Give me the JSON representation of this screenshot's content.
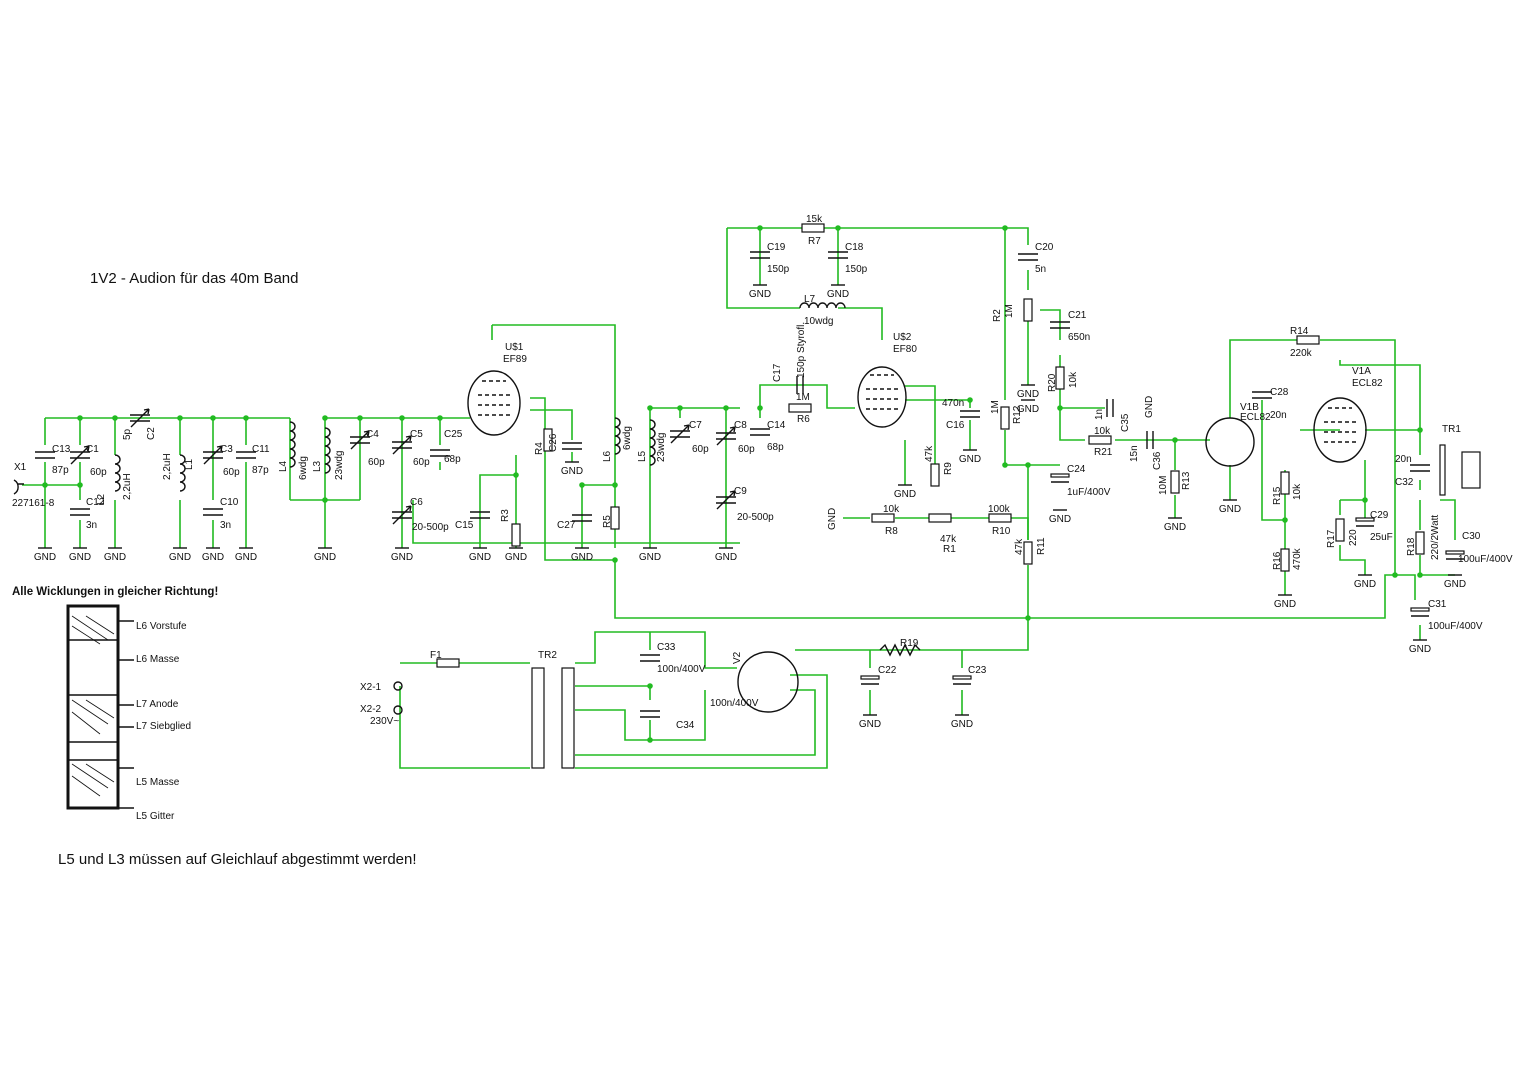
{
  "title": "1V2 - Audion für das 40m Band",
  "notes": {
    "windings": "Alle Wicklungen in gleicher Richtung!",
    "tracking": "L5 und L3 müssen auf Gleichlauf abgestimmt werden!"
  },
  "winding_labels": [
    "L6 Vorstufe",
    "L6 Masse",
    "L7 Anode",
    "L7 Siebglied",
    "L5 Masse",
    "L5 Gitter"
  ],
  "ground_label": "GND",
  "components": {
    "X1": {
      "ref": "X1",
      "value": "227161-8"
    },
    "C13": {
      "ref": "C13",
      "value": "87p"
    },
    "C1": {
      "ref": "C1",
      "value": "60p"
    },
    "C12": {
      "ref": "C12",
      "value": "3n"
    },
    "L2": {
      "ref": "L2",
      "value": "2,2uH"
    },
    "C2": {
      "ref": "C2",
      "value": "5p"
    },
    "L1": {
      "ref": "L1",
      "value": "2,2uH"
    },
    "C3": {
      "ref": "C3",
      "value": "60p"
    },
    "C11": {
      "ref": "C11",
      "value": "87p"
    },
    "C10": {
      "ref": "C10",
      "value": "3n"
    },
    "L4": {
      "ref": "L4",
      "value": "6wdg"
    },
    "L3": {
      "ref": "L3",
      "value": "23wdg"
    },
    "C4": {
      "ref": "C4",
      "value": "60p"
    },
    "C5": {
      "ref": "C5",
      "value": "60p"
    },
    "C25": {
      "ref": "C25",
      "value": "68p"
    },
    "C6": {
      "ref": "C6",
      "value": "20-500p"
    },
    "C15": {
      "ref": "C15",
      "value": ""
    },
    "U1": {
      "ref": "U$1",
      "value": "EF89"
    },
    "R3": {
      "ref": "R3",
      "value": ""
    },
    "R4": {
      "ref": "R4",
      "value": ""
    },
    "C26": {
      "ref": "C26",
      "value": ""
    },
    "C27": {
      "ref": "C27",
      "value": ""
    },
    "R5": {
      "ref": "R5",
      "value": ""
    },
    "L6": {
      "ref": "L6",
      "value": "6wdg"
    },
    "L5": {
      "ref": "L5",
      "value": "23wdg"
    },
    "C7": {
      "ref": "C7",
      "value": "60p"
    },
    "C8": {
      "ref": "C8",
      "value": "60p"
    },
    "C14": {
      "ref": "C14",
      "value": "68p"
    },
    "C9": {
      "ref": "C9",
      "value": "20-500p"
    },
    "C17": {
      "ref": "C17",
      "value": "150p Styrofl."
    },
    "R6": {
      "ref": "R6",
      "value": "1M"
    },
    "R7": {
      "ref": "R7",
      "value": "15k"
    },
    "C19": {
      "ref": "C19",
      "value": "150p"
    },
    "C18": {
      "ref": "C18",
      "value": "150p"
    },
    "L7": {
      "ref": "L7",
      "value": "10wdg"
    },
    "U2": {
      "ref": "U$2",
      "value": "EF80"
    },
    "C16": {
      "ref": "C16",
      "value": "470n"
    },
    "R9": {
      "ref": "R9",
      "value": "47k"
    },
    "R8": {
      "ref": "R8",
      "value": "10k"
    },
    "R1": {
      "ref": "R1",
      "value": "47k"
    },
    "R10": {
      "ref": "R10",
      "value": "100k"
    },
    "C20": {
      "ref": "C20",
      "value": "5n"
    },
    "R2": {
      "ref": "R2",
      "value": "1M"
    },
    "C21": {
      "ref": "C21",
      "value": "650n"
    },
    "R20": {
      "ref": "R20",
      "value": "10k"
    },
    "R12": {
      "ref": "R12",
      "value": "1M"
    },
    "C35": {
      "ref": "C35",
      "value": "1n"
    },
    "R21": {
      "ref": "R21",
      "value": "10k"
    },
    "C24": {
      "ref": "C24",
      "value": "1uF/400V"
    },
    "R11": {
      "ref": "R11",
      "value": "47k"
    },
    "C36": {
      "ref": "C36",
      "value": "15n"
    },
    "R13": {
      "ref": "R13",
      "value": "10M"
    },
    "V1B": {
      "ref": "V1B",
      "value": "ECL82"
    },
    "C28": {
      "ref": "C28",
      "value": "20n"
    },
    "R14": {
      "ref": "R14",
      "value": "220k"
    },
    "V1A": {
      "ref": "V1A",
      "value": "ECL82"
    },
    "R15": {
      "ref": "R15",
      "value": "10k"
    },
    "R16": {
      "ref": "R16",
      "value": "470k"
    },
    "R17": {
      "ref": "R17",
      "value": "220"
    },
    "C29": {
      "ref": "C29",
      "value": "25uF"
    },
    "TR1": {
      "ref": "TR1",
      "value": ""
    },
    "C32": {
      "ref": "C32",
      "value": "20n"
    },
    "R18": {
      "ref": "R18",
      "value": "220/2Watt"
    },
    "C30": {
      "ref": "C30",
      "value": "100uF/400V"
    },
    "C31": {
      "ref": "C31",
      "value": "100uF/400V"
    },
    "F1": {
      "ref": "F1",
      "value": ""
    },
    "TR2": {
      "ref": "TR2",
      "value": ""
    },
    "C33": {
      "ref": "C33",
      "value": "100n/400V"
    },
    "C34": {
      "ref": "C34",
      "value": "100n/400V"
    },
    "V2": {
      "ref": "V2",
      "value": ""
    },
    "R19": {
      "ref": "R19",
      "value": ""
    },
    "C22": {
      "ref": "C22",
      "value": ""
    },
    "C23": {
      "ref": "C23",
      "value": ""
    },
    "X21": {
      "ref": "X2-1",
      "value": ""
    },
    "X22": {
      "ref": "X2-2",
      "value": "230V~"
    }
  }
}
